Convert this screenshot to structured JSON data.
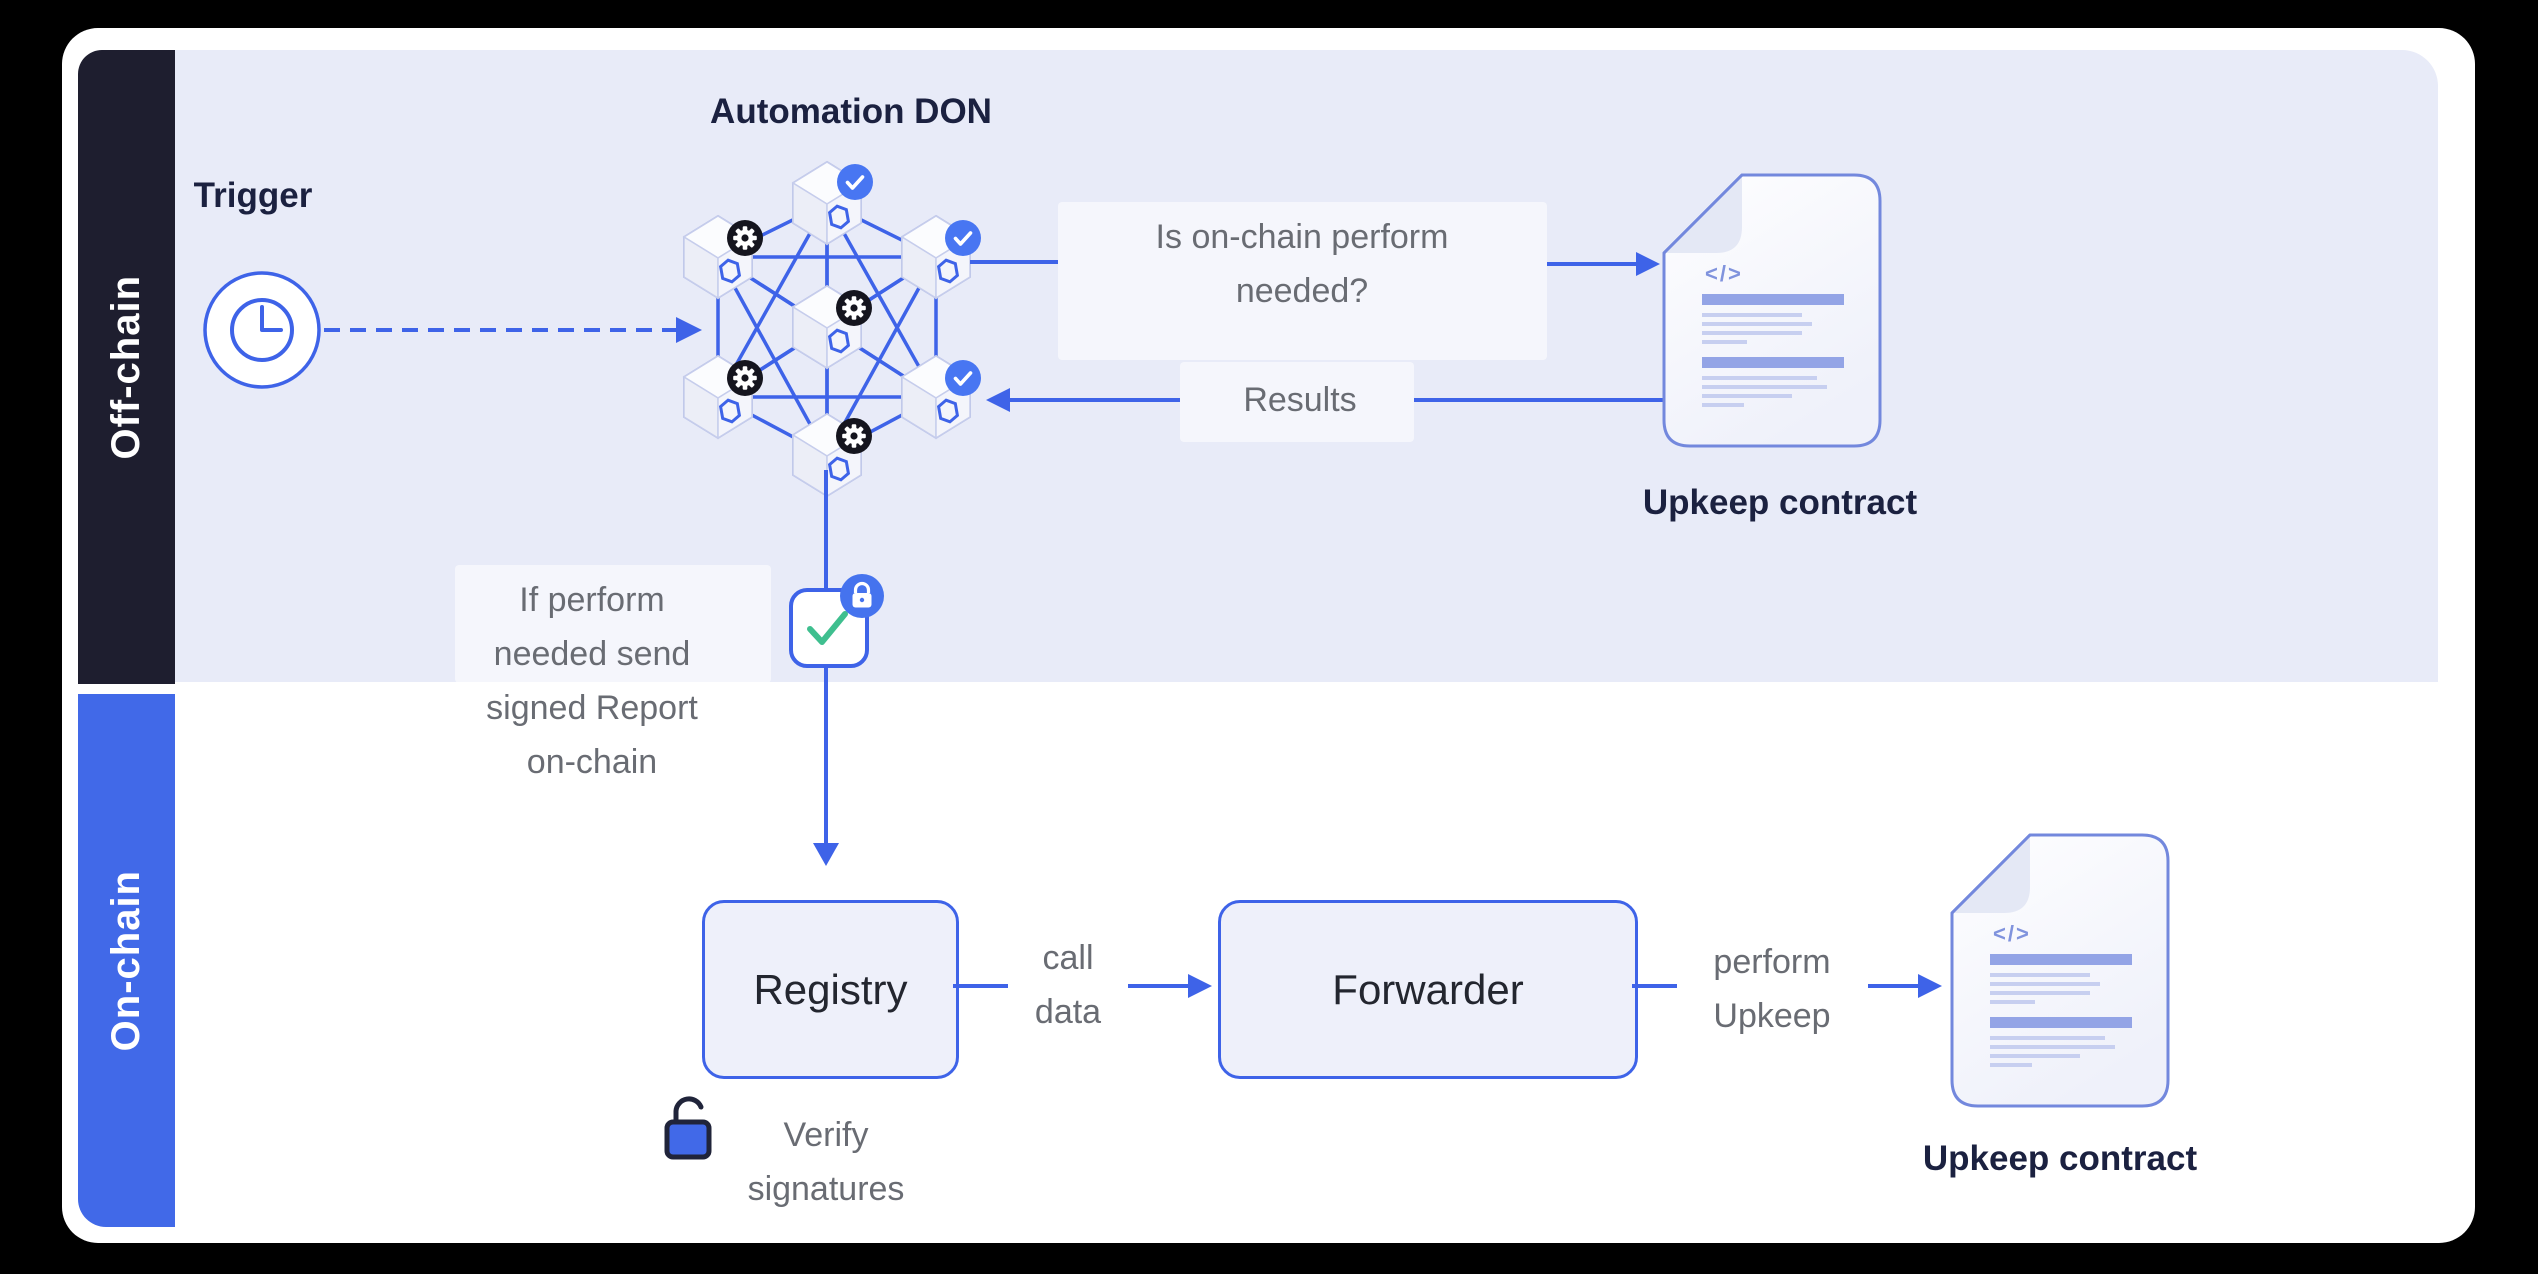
{
  "colors": {
    "background": "#000000",
    "canvas": "#ffffff",
    "offchain_panel": "#E8EBF8",
    "offchain_sidebar": "#1E1E2F",
    "onchain_sidebar": "#4169E8",
    "accent_blue": "#3E63E8",
    "badge_blue": "#4876F2",
    "badge_dark": "#15151E",
    "check_green": "#3FBF8F",
    "gray_text": "#696C73",
    "dark_text": "#1B2140"
  },
  "sidebars": {
    "offchain": "Off-chain",
    "onchain": "On-chain"
  },
  "offchain": {
    "trigger_label": "Trigger",
    "don_title": "Automation DON",
    "don_nodes": [
      {
        "position": "top",
        "badge": "check"
      },
      {
        "position": "top-left",
        "badge": "gear"
      },
      {
        "position": "top-right",
        "badge": "check"
      },
      {
        "position": "center",
        "badge": "gear"
      },
      {
        "position": "bottom-left",
        "badge": "gear"
      },
      {
        "position": "bottom-right",
        "badge": "check"
      },
      {
        "position": "bottom",
        "badge": "gear"
      }
    ],
    "question_lines": [
      "Is on-chain perform",
      "needed?"
    ],
    "results_label": "Results",
    "upkeep_contract_label": "Upkeep contract",
    "report_lines": [
      "If perform",
      "needed send",
      "signed Report",
      "on-chain"
    ]
  },
  "onchain": {
    "registry_label": "Registry",
    "forwarder_label": "Forwarder",
    "call_data_lines": [
      "call",
      "data"
    ],
    "perform_upkeep_lines": [
      "perform",
      "Upkeep"
    ],
    "verify_lines": [
      "Verify",
      "signatures"
    ],
    "upkeep_contract_label": "Upkeep contract"
  },
  "icons": {
    "code_glyph": "</>"
  }
}
